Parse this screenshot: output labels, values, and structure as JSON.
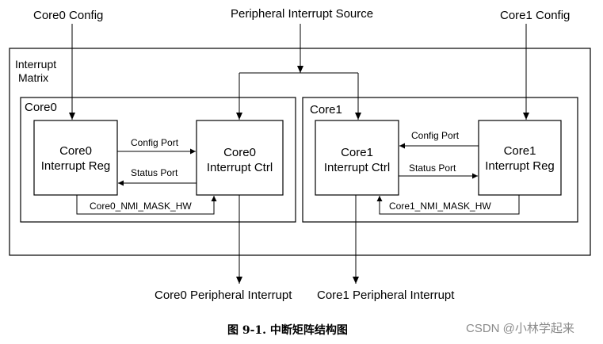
{
  "inputs": {
    "core0_config": "Core0 Config",
    "peripheral_source": "Peripheral Interrupt Source",
    "core1_config": "Core1 Config"
  },
  "matrix": {
    "line1": "Interrupt",
    "line2": "Matrix"
  },
  "core0": {
    "title": "Core0",
    "reg": {
      "line1": "Core0",
      "line2": "Interrupt Reg"
    },
    "ctrl": {
      "line1": "Core0",
      "line2": "Interrupt Ctrl"
    },
    "config_port": "Config Port",
    "status_port": "Status Port",
    "nmi_mask": "Core0_NMI_MASK_HW"
  },
  "core1": {
    "title": "Core1",
    "reg": {
      "line1": "Core1",
      "line2": "Interrupt Reg"
    },
    "ctrl": {
      "line1": "Core1",
      "line2": "Interrupt Ctrl"
    },
    "config_port": "Config Port",
    "status_port": "Status Port",
    "nmi_mask": "Core1_NMI_MASK_HW"
  },
  "outputs": {
    "core0": "Core0 Peripheral Interrupt",
    "core1": "Core1 Peripheral Interrupt"
  },
  "caption": "图 9-1. 中断矩阵结构图",
  "watermark": "CSDN @小林学起来"
}
